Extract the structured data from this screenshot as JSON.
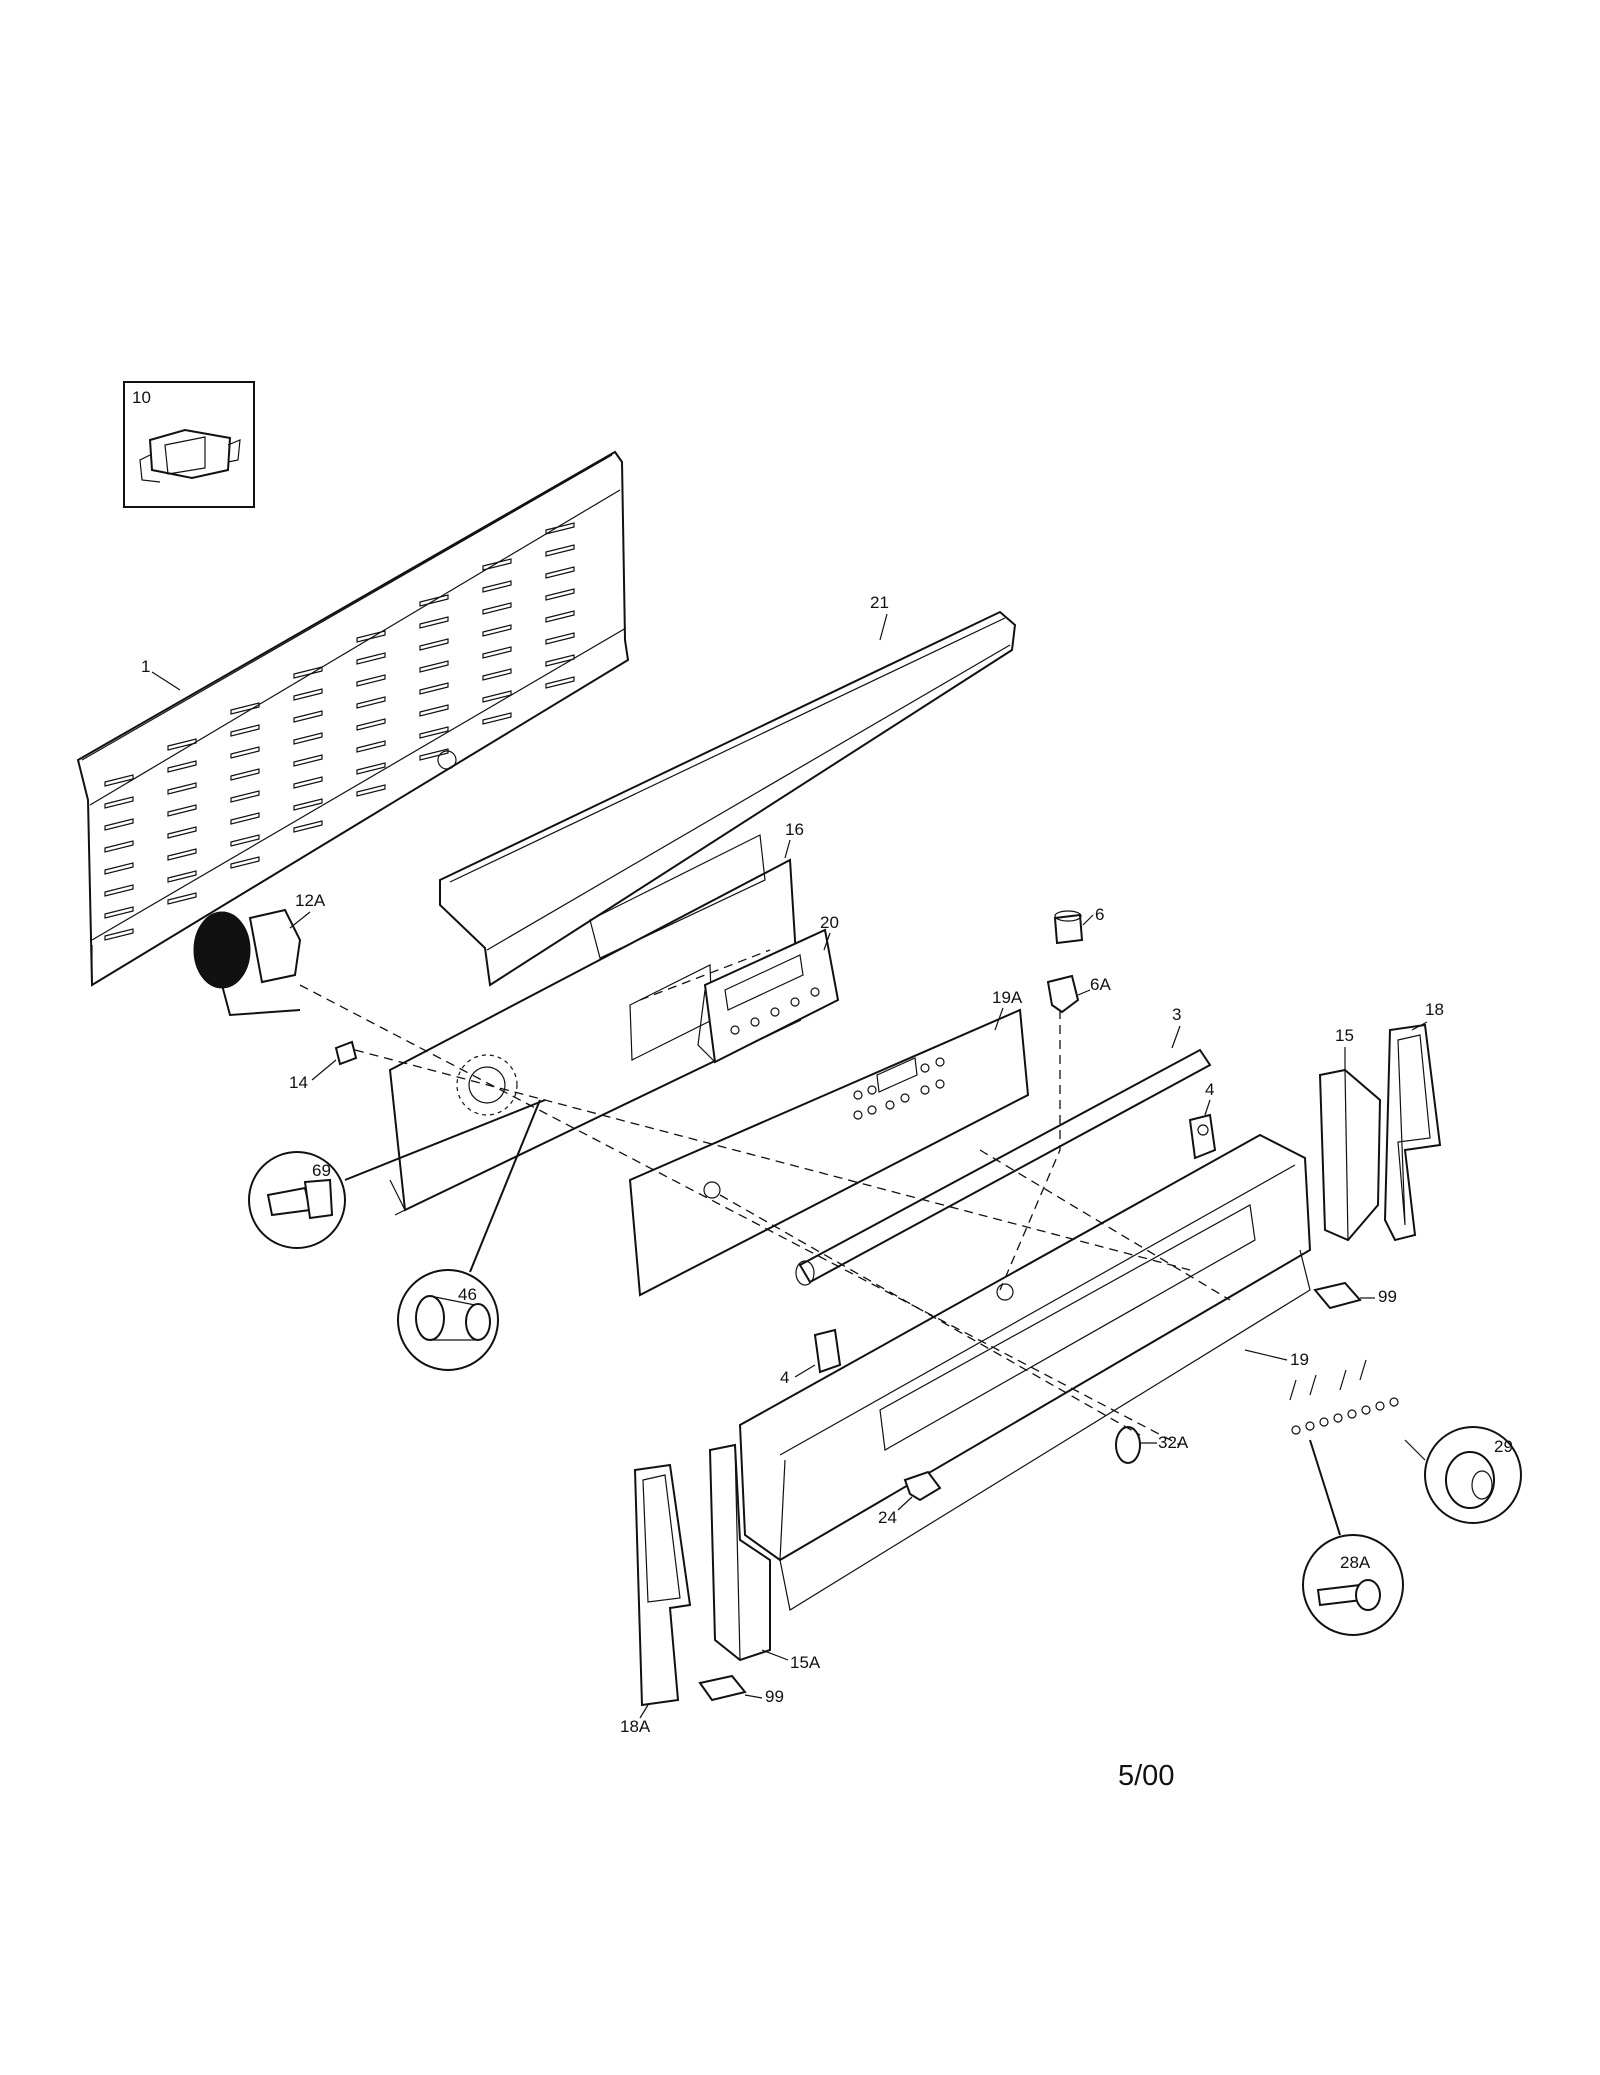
{
  "diagram": {
    "callouts": {
      "c1": "1",
      "c3": "3",
      "c4a": "4",
      "c4b": "4",
      "c6": "6",
      "c6a": "6A",
      "c10": "10",
      "c12a": "12A",
      "c14": "14",
      "c15": "15",
      "c15a": "15A",
      "c16": "16",
      "c18": "18",
      "c18a": "18A",
      "c19": "19",
      "c19a": "19A",
      "c20": "20",
      "c21": "21",
      "c24": "24",
      "c28a": "28A",
      "c29": "29",
      "c32a": "32A",
      "c46": "46",
      "c69": "69",
      "c99a": "99",
      "c99b": "99"
    },
    "date_code": "5/00"
  }
}
